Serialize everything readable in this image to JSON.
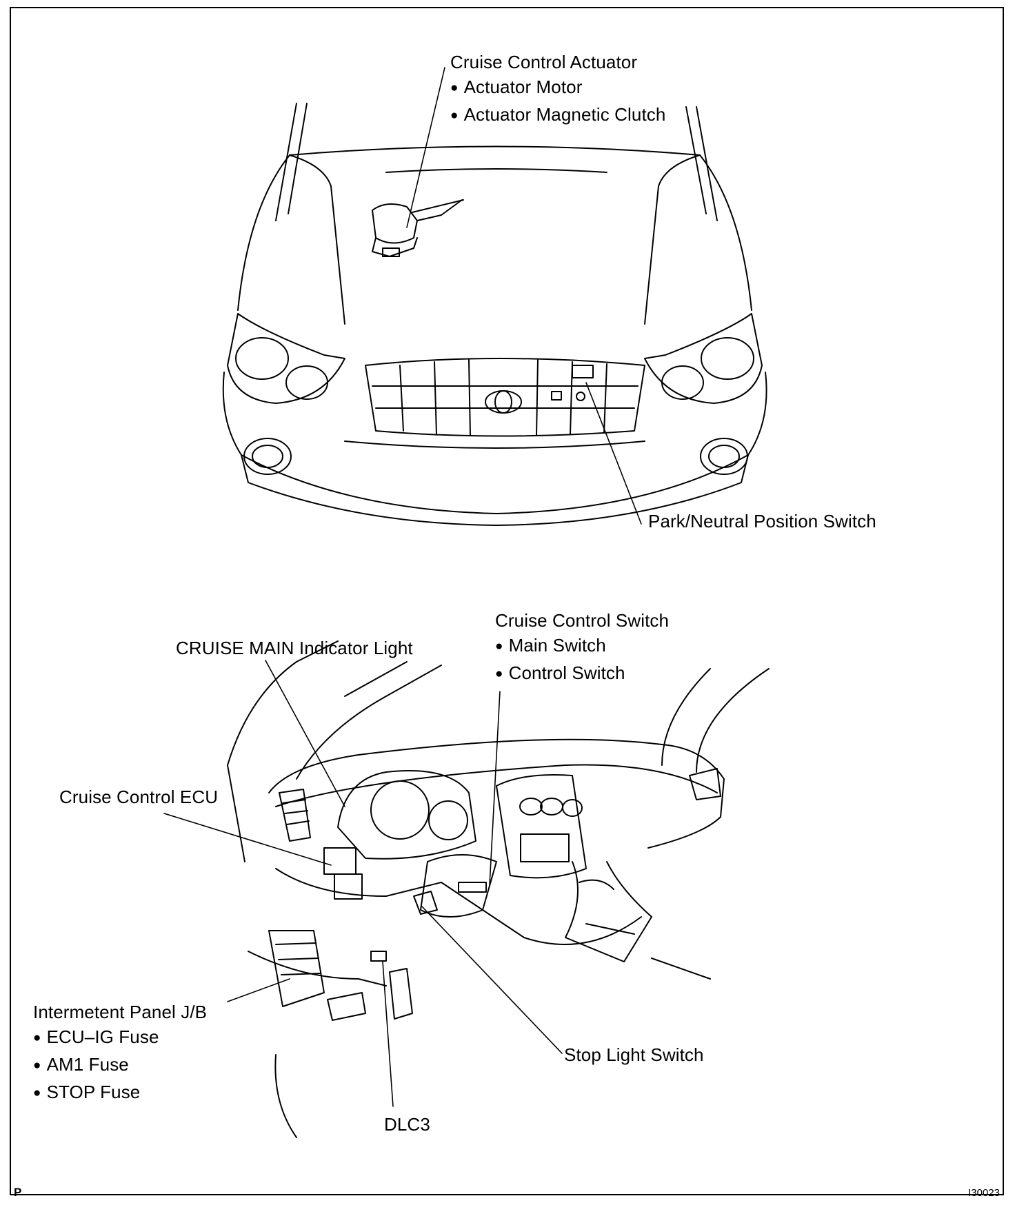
{
  "labels": {
    "actuator": {
      "title": "Cruise Control Actuator",
      "items": [
        "Actuator Motor",
        "Actuator Magnetic Clutch"
      ]
    },
    "pnp_switch": "Park/Neutral Position Switch",
    "main_indicator": "CRUISE MAIN Indicator Light",
    "control_switch": {
      "title": "Cruise Control Switch",
      "items": [
        "Main Switch",
        "Control Switch"
      ]
    },
    "ecu": "Cruise Control ECU",
    "junction_block": {
      "title": "Intermetent Panel J/B",
      "items": [
        "ECU–IG Fuse",
        "AM1 Fuse",
        "STOP Fuse"
      ]
    },
    "stop_light_switch": "Stop Light Switch",
    "dlc3": "DLC3"
  },
  "corner_marks": {
    "left": "P",
    "right": "I30023"
  },
  "colors": {
    "ink": "#000000",
    "paper": "#ffffff"
  }
}
